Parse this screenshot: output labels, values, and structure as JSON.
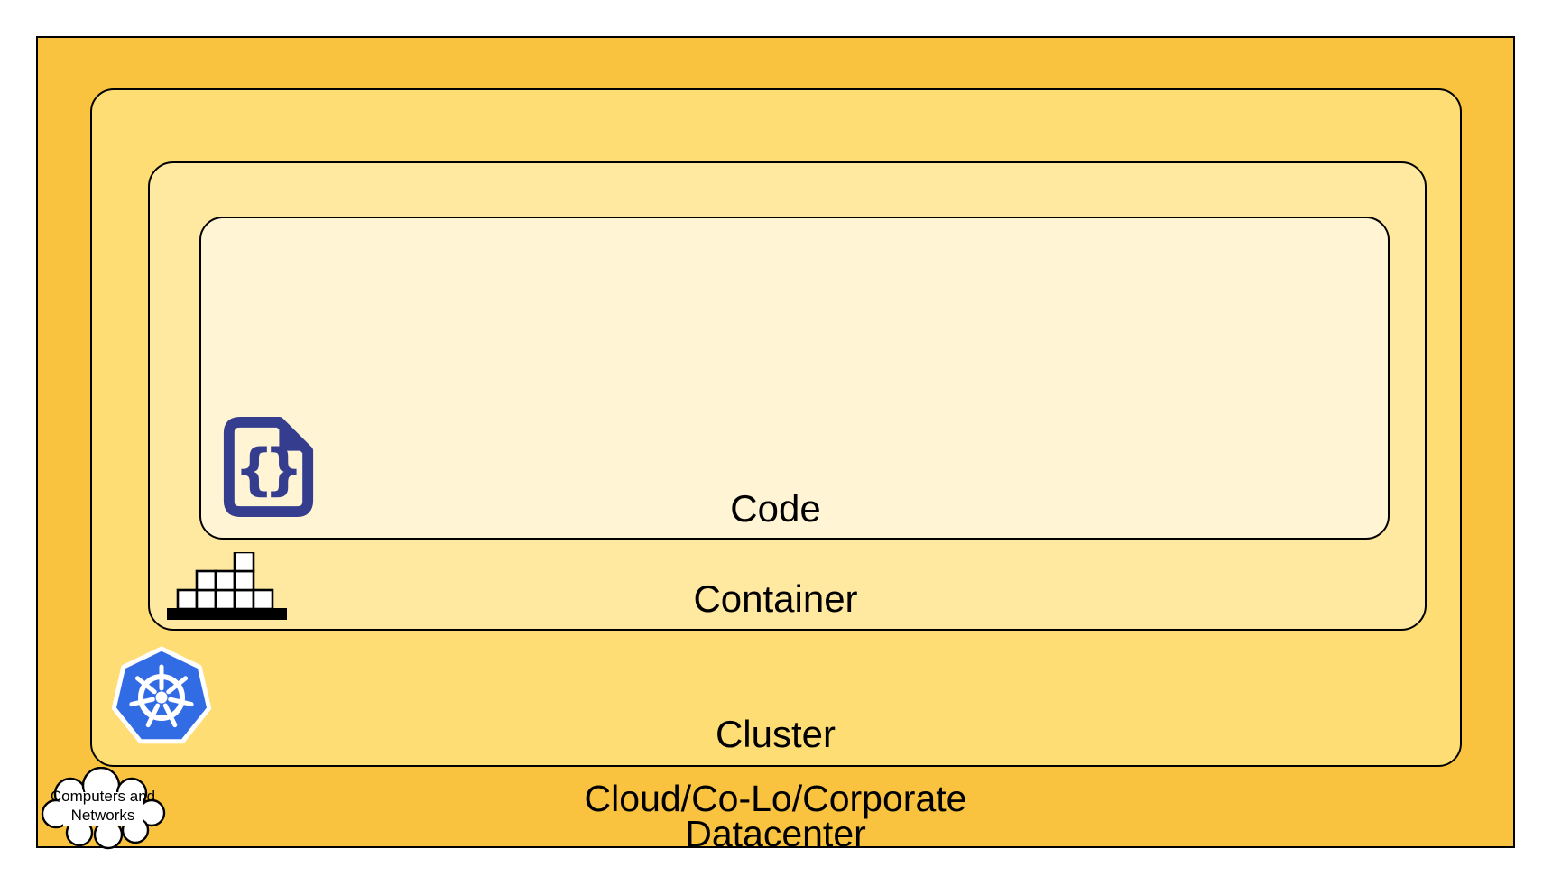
{
  "labels": {
    "code": "Code",
    "container": "Container",
    "cluster": "Cluster",
    "datacenter_line1": "Cloud/Co-Lo/Corporate",
    "datacenter_line2": "Datacenter",
    "cloud_line1": "Computers and",
    "cloud_line2": "Networks"
  },
  "icons": {
    "code_icon": "code-file-icon",
    "code_glyph_open": "{",
    "code_glyph_close": "}",
    "container_icon": "container-stack-icon",
    "cluster_icon": "kubernetes-wheel-icon",
    "datacenter_icon": "computers-networks-cloud-icon"
  },
  "colors": {
    "datacenter_fill": "#F9C340",
    "cluster_fill": "#FFDD75",
    "container_fill": "#FFE8A0",
    "code_fill": "#FFF4D4",
    "border": "#000000",
    "icon_navy": "#353D8F",
    "kubernetes_blue": "#326CE5",
    "text": "#000000"
  }
}
